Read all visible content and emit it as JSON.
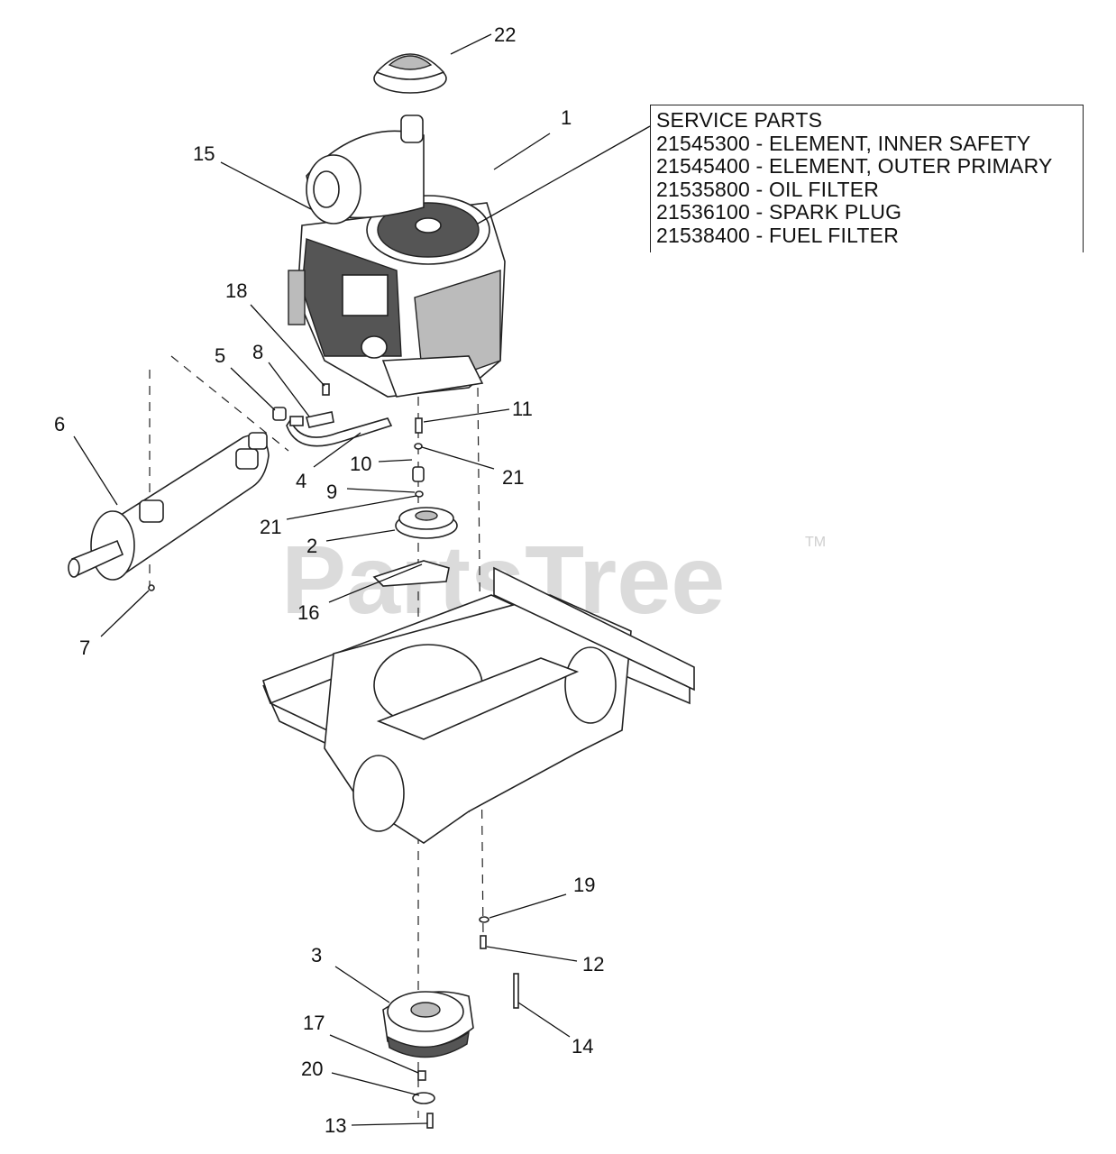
{
  "service_parts": {
    "heading": "SERVICE PARTS",
    "items": [
      "21545300 - ELEMENT, INNER SAFETY",
      "21545400 - ELEMENT, OUTER PRIMARY",
      "21535800 - OIL FILTER",
      "21536100 - SPARK PLUG",
      "21538400 - FUEL FILTER"
    ]
  },
  "watermark": {
    "text": "PartsTree",
    "tm": "TM"
  },
  "callouts": {
    "c1": "1",
    "c2": "2",
    "c3": "3",
    "c4": "4",
    "c5": "5",
    "c6": "6",
    "c7": "7",
    "c8": "8",
    "c9": "9",
    "c10": "10",
    "c11": "11",
    "c12": "12",
    "c13": "13",
    "c14": "14",
    "c15": "15",
    "c16": "16",
    "c17": "17",
    "c18": "18",
    "c19": "19",
    "c20": "20",
    "c21a": "21",
    "c21b": "21",
    "c22": "22"
  }
}
